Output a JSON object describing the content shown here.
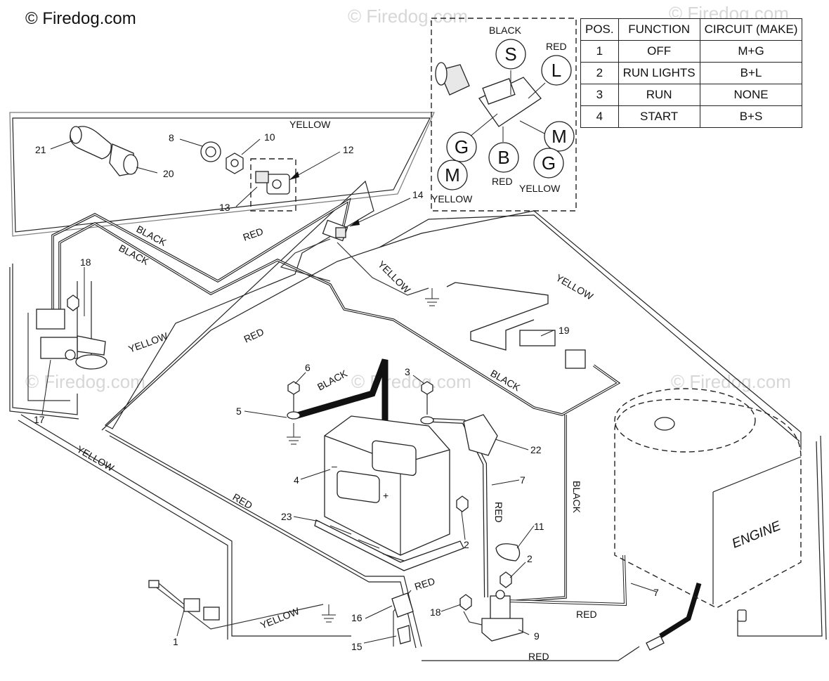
{
  "copyright": "© Firedog.com",
  "watermark": "© Firedog.com",
  "switch_table": {
    "headers": [
      "POS.",
      "FUNCTION",
      "CIRCUIT  (MAKE)"
    ],
    "rows": [
      [
        "1",
        "OFF",
        "M+G"
      ],
      [
        "2",
        "RUN LIGHTS",
        "B+L"
      ],
      [
        "3",
        "RUN",
        "NONE"
      ],
      [
        "4",
        "START",
        "B+S"
      ]
    ]
  },
  "terminals": {
    "S": "S",
    "L": "L",
    "G": "G",
    "B": "B",
    "M": "M"
  },
  "inset_labels": {
    "black": "BLACK",
    "red_l": "RED",
    "red_b": "RED",
    "yellow_g": "YELLOW",
    "yellow_m": "YELLOW"
  },
  "wire_labels": {
    "yellow": "YELLOW",
    "black": "BLACK",
    "red": "RED"
  },
  "engine_label": "ENGINE",
  "part_numbers": [
    "1",
    "2",
    "3",
    "4",
    "5",
    "6",
    "7",
    "8",
    "9",
    "10",
    "11",
    "12",
    "13",
    "14",
    "15",
    "16",
    "17",
    "18",
    "19",
    "20",
    "21",
    "22",
    "23"
  ]
}
